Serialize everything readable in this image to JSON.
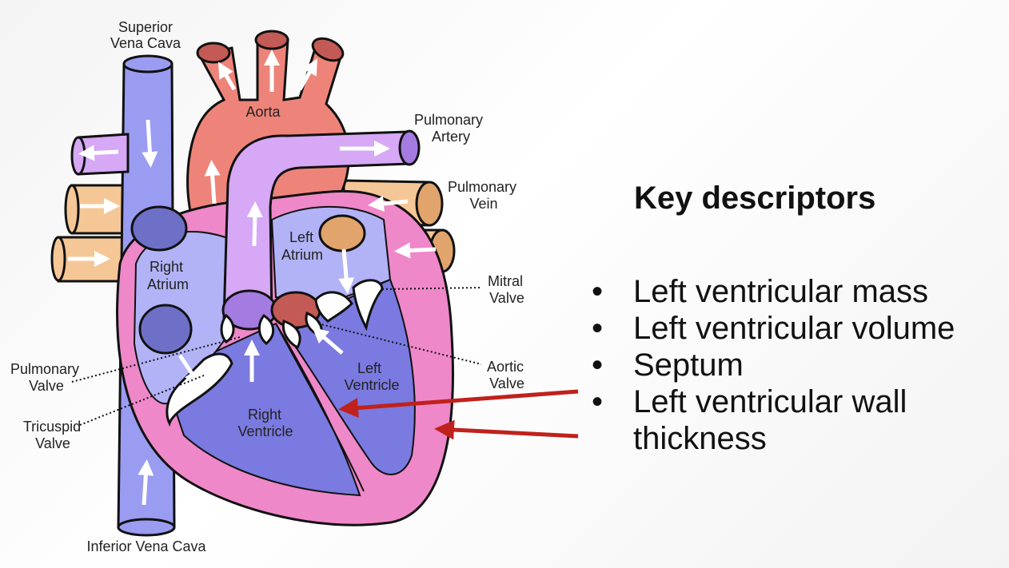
{
  "diagram": {
    "labels": {
      "superior_vena_cava": [
        "Superior",
        "Vena Cava"
      ],
      "aorta": "Aorta",
      "pulmonary_artery": [
        "Pulmonary",
        "Artery"
      ],
      "pulmonary_vein": [
        "Pulmonary",
        "Vein"
      ],
      "left_atrium": [
        "Left",
        "Atrium"
      ],
      "right_atrium": [
        "Right",
        "Atrium"
      ],
      "mitral_valve": [
        "Mitral",
        "Valve"
      ],
      "aortic_valve": [
        "Aortic",
        "Valve"
      ],
      "left_ventricle": [
        "Left",
        "Ventricle"
      ],
      "right_ventricle": [
        "Right",
        "Ventricle"
      ],
      "pulmonary_valve": [
        "Pulmonary",
        "Valve"
      ],
      "tricuspid_valve": [
        "Tricuspid",
        "Valve"
      ],
      "inferior_vena_cava": "Inferior Vena Cava"
    },
    "colors": {
      "vena_cava": "#9a9cf2",
      "aorta": "#ee8479",
      "pulmonary_artery": "#d6a8f5",
      "pulmonary_vein": "#f5c796",
      "right_atrium": "#b2b2f6",
      "right_ventricle": "#7a7ae0",
      "myocardium": "#ee88c9",
      "pointer_arrow": "#c0211c"
    }
  },
  "panel": {
    "heading": "Key descriptors",
    "bullets": [
      "Left ventricular mass",
      "Left ventricular volume",
      "Septum",
      "Left ventricular wall thickness"
    ]
  }
}
